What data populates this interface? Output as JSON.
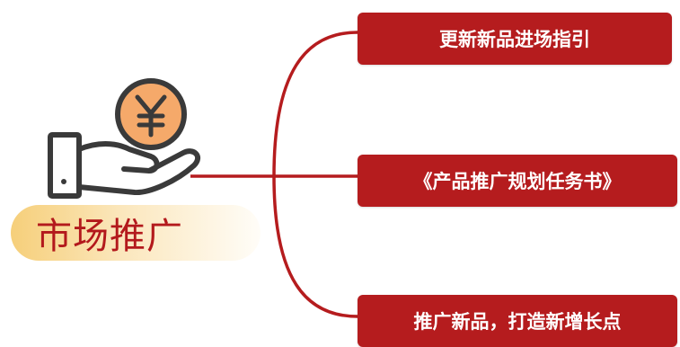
{
  "root": {
    "label": "市场推广",
    "icon": "hand-holding-yuan-coin-icon",
    "pill_gradient": [
      "#f6cf7a",
      "#fbe7bd",
      "#fffdf8"
    ]
  },
  "branches": [
    {
      "label": "更新新品进场指引"
    },
    {
      "label": "《产品推广规划任务书》"
    },
    {
      "label": "推广新品，打造新增长点"
    }
  ],
  "colors": {
    "accent": "#b51c1e",
    "connector": "#b51c1e",
    "coin": "#f5a96a",
    "icon_stroke": "#3a3a3a",
    "root_text": "#b3191c"
  }
}
